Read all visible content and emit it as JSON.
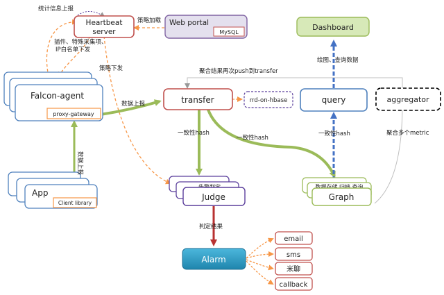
{
  "nodes": {
    "heartbeat": {
      "line1": "Heartbeat",
      "line2": "server"
    },
    "web_portal": {
      "label": "Web portal",
      "db": "MySQL"
    },
    "dashboard": {
      "label": "Dashboard"
    },
    "falcon_agent": {
      "label": "Falcon-agent",
      "sub": "proxy-gateway"
    },
    "transfer": {
      "label": "transfer"
    },
    "rrd": {
      "label": "rrd-on-hbase"
    },
    "query": {
      "label": "query"
    },
    "aggregator": {
      "label": "aggregator"
    },
    "app": {
      "label": "App",
      "sub": "Client library"
    },
    "judge": {
      "label": "Judge",
      "back": "告警判定"
    },
    "graph": {
      "label": "Graph",
      "back": "数据存储 归档 查询"
    },
    "alarm": {
      "label": "Alarm"
    },
    "channels": [
      "email",
      "sms",
      "米聊",
      "callback"
    ]
  },
  "labels": {
    "stats_report": "统计信息上报",
    "strategy_load": "策略加载",
    "plugins": "插件、特殊采集项、",
    "ip_whitelist": "IP白名单下发",
    "strategy_push": "策略下发",
    "agg_push": "聚合结果再次push到transfer",
    "draw_query": "绘图、查询数据",
    "data_report_agent": "数据上报",
    "data_report_app": "数据上报",
    "hash_judge": "一致性hash",
    "hash_graph": "一致性hash",
    "hash_query": "一致性hash",
    "agg_metrics": "聚合多个metric",
    "judge_result": "判定结果"
  },
  "colors": {
    "red": "#c0504d",
    "blue": "#4f81bd",
    "green": "#9bbb59",
    "orange": "#f79646",
    "dash_fill": "#d7e9b8",
    "alarm_fill": "#31a1c8",
    "purple": "#5b3f9c",
    "arrow_blue": "#4472c4",
    "dark_red": "#b83232"
  }
}
